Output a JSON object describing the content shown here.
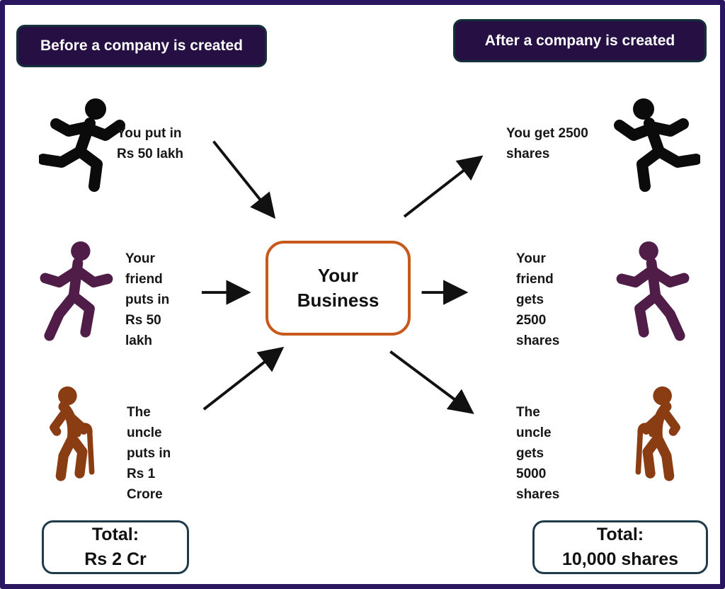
{
  "colors": {
    "outer_border": "#2a155f",
    "header_bg": "#250f43",
    "header_border": "#14303a",
    "header_text": "#ffffff",
    "business_border": "#c7591d",
    "total_border": "#1d3b4a",
    "arrow": "#111111",
    "text": "#161616",
    "runner": "#0b0b0b",
    "walker": "#4f1d47",
    "elder": "#8a3c13"
  },
  "headers": {
    "before": "Before a company is created",
    "after": "After a company is created"
  },
  "center_box": {
    "label": "Your\nBusiness"
  },
  "before_side": {
    "items": [
      {
        "icon": "runner-icon",
        "label": "You put in\nRs 50 lakh"
      },
      {
        "icon": "walker-icon",
        "label": "Your\nfriend\nputs in\nRs 50\nlakh"
      },
      {
        "icon": "elder-cane-icon",
        "label": "The\nuncle\nputs in\nRs 1\nCrore"
      }
    ],
    "total": "Total:\nRs 2 Cr"
  },
  "after_side": {
    "items": [
      {
        "icon": "runner-icon",
        "label": "You get 2500\nshares"
      },
      {
        "icon": "walker-icon",
        "label": "Your\nfriend\ngets\n2500\nshares"
      },
      {
        "icon": "elder-cane-icon",
        "label": "The\nuncle\ngets\n5000\nshares"
      }
    ],
    "total": "Total:\n10,000 shares"
  }
}
